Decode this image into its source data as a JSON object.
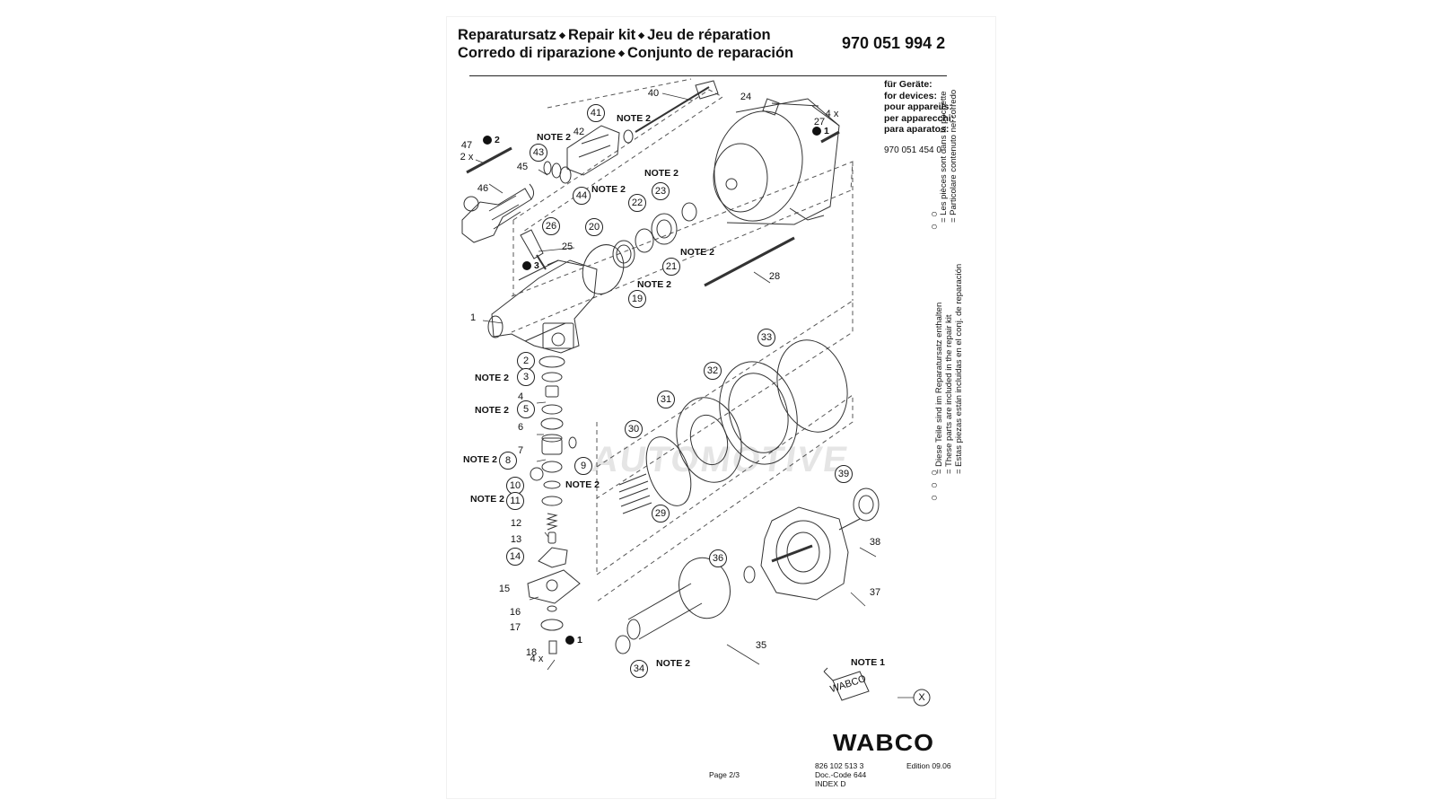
{
  "header": {
    "line1": [
      "Reparatursatz",
      "Repair kit",
      "Jeu de réparation"
    ],
    "line2": [
      "Corredo di riparazione",
      "Conjunto de reparación"
    ],
    "bullet": "◆",
    "kit_number": "970 051 994 2"
  },
  "devices": {
    "labels": [
      "für Geräte:",
      "for devices:",
      "pour appareils:",
      "per apparecchi:",
      "para aparatos:"
    ],
    "number": "970 051 454 0"
  },
  "side_notes": {
    "kit_legend": [
      "= Les pièces sont dans la pochette",
      "= Particolare contenuto nel corredo"
    ],
    "kit_symbol": "○",
    "included_legend": [
      "= Diese Teile sind im Reparatursatz enthalten",
      "= These parts are included in the repair kit",
      "= Estas piezas están incluidas en el conj. de reparación"
    ],
    "included_symbol": "○"
  },
  "callouts": {
    "plain": [
      "1",
      "4",
      "6",
      "7",
      "12",
      "13",
      "15",
      "16",
      "17",
      "18",
      "24",
      "25",
      "27",
      "28",
      "35",
      "37",
      "38",
      "40",
      "42",
      "45",
      "46",
      "47"
    ],
    "circled": [
      "2",
      "3",
      "5",
      "8",
      "9",
      "10",
      "11",
      "14",
      "19",
      "20",
      "21",
      "22",
      "23",
      "26",
      "29",
      "30",
      "31",
      "32",
      "33",
      "34",
      "36",
      "39",
      "41",
      "43",
      "44"
    ],
    "note2": "NOTE 2",
    "note1": "NOTE 1",
    "x_symbol": "X",
    "qty_2x": "2 x",
    "qty_4x": "4 x",
    "torque_t1": "1",
    "torque_t2": "2",
    "torque_t3": "3",
    "tube_label": "WABCO"
  },
  "footer": {
    "logo": "WABCO",
    "doc_number": "826 102 513 3",
    "edition": "Edition 09.06",
    "doc_code": "Doc.-Code 644",
    "index": "INDEX D",
    "page": "Page 2/3"
  },
  "watermark": "AUTOMOTIVE"
}
